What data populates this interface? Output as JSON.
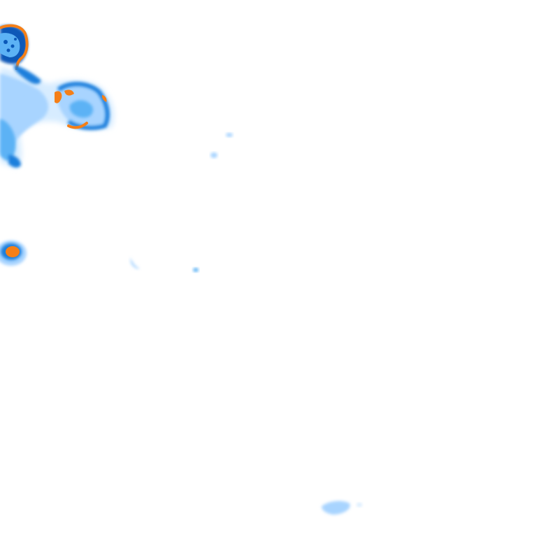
{
  "map": {
    "type": "precipitation-radar-tile",
    "basemap": "none",
    "background_color": "#ffffff",
    "legend": "none",
    "intensity_palette": {
      "very_light": "#d7ecff",
      "light": "#a8d4ff",
      "moderate": "#5cb2f5",
      "heavy": "#1f7fdc",
      "very_heavy": "#0a58b8",
      "extreme": "#f57f17"
    }
  }
}
